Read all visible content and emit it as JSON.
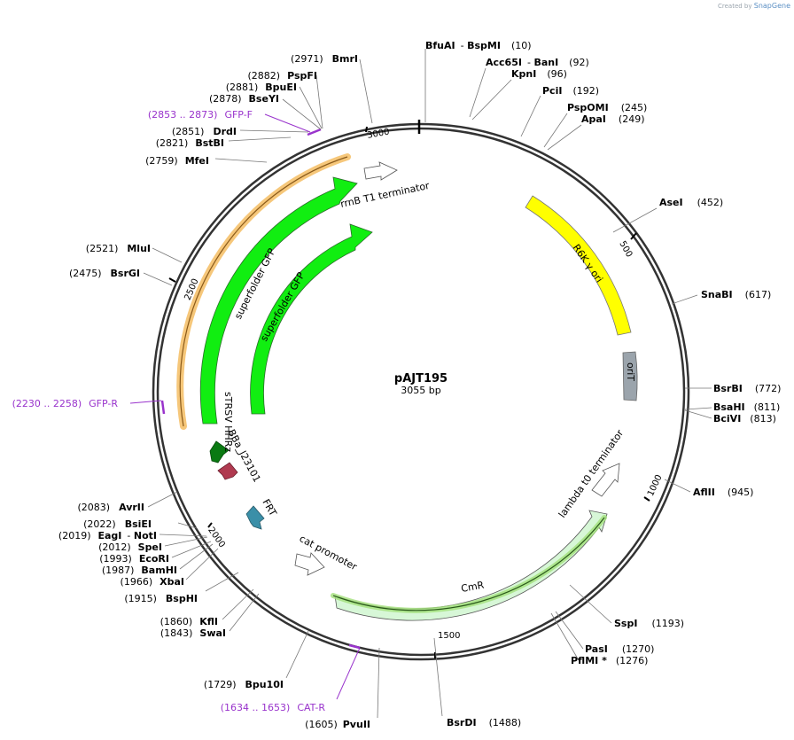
{
  "credit": {
    "created_by": "Created by",
    "brand": "SnapGene"
  },
  "plasmid": {
    "name": "pAJT195",
    "size": "3055 bp"
  },
  "ticks": [
    "500",
    "1000",
    "1500",
    "2000",
    "2500",
    "3000"
  ],
  "enzymes": [
    {
      "name": "BfuAI",
      "name2": "BspMI",
      "pos": "(10)"
    },
    {
      "name": "Acc65I",
      "name2": "BanI",
      "pos": "(92)"
    },
    {
      "name": "KpnI",
      "pos": "(96)"
    },
    {
      "name": "PciI",
      "pos": "(192)"
    },
    {
      "name": "PspOMI",
      "pos": "(245)"
    },
    {
      "name": "ApaI",
      "pos": "(249)"
    },
    {
      "name": "AseI",
      "pos": "(452)"
    },
    {
      "name": "SnaBI",
      "pos": "(617)"
    },
    {
      "name": "BsrBI",
      "pos": "(772)"
    },
    {
      "name": "BsaHI",
      "pos": "(811)"
    },
    {
      "name": "BciVI",
      "pos": "(813)"
    },
    {
      "name": "AflII",
      "pos": "(945)"
    },
    {
      "name": "SspI",
      "pos": "(1193)"
    },
    {
      "name": "PasI",
      "pos": "(1270)"
    },
    {
      "name": "PflMI *",
      "pos": "(1276)"
    },
    {
      "name": "BsrDI",
      "pos": "(1488)"
    },
    {
      "name": "PvuII",
      "pos": "(1605)"
    },
    {
      "name": "Bpu10I",
      "pos": "(1729)"
    },
    {
      "name": "SwaI",
      "pos": "(1843)"
    },
    {
      "name": "KflI",
      "pos": "(1860)"
    },
    {
      "name": "BspHI",
      "pos": "(1915)"
    },
    {
      "name": "XbaI",
      "pos": "(1966)"
    },
    {
      "name": "BamHI",
      "pos": "(1987)"
    },
    {
      "name": "EcoRI",
      "pos": "(1993)"
    },
    {
      "name": "SpeI",
      "pos": "(2012)"
    },
    {
      "name": "EagI",
      "name2": "NotI",
      "pos": "(2019)"
    },
    {
      "name": "BsiEI",
      "pos": "(2022)"
    },
    {
      "name": "AvrII",
      "pos": "(2083)"
    },
    {
      "name": "BsrGI",
      "pos": "(2475)"
    },
    {
      "name": "MluI",
      "pos": "(2521)"
    },
    {
      "name": "MfeI",
      "pos": "(2759)"
    },
    {
      "name": "BstBI",
      "pos": "(2821)"
    },
    {
      "name": "DrdI",
      "pos": "(2851)"
    },
    {
      "name": "BseYI",
      "pos": "(2878)"
    },
    {
      "name": "BpuEI",
      "pos": "(2881)"
    },
    {
      "name": "PspFI",
      "pos": "(2882)"
    },
    {
      "name": "BmrI",
      "pos": "(2971)"
    }
  ],
  "primers": [
    {
      "range": "(2853 .. 2873)",
      "name": "GFP-F"
    },
    {
      "range": "(2230 .. 2258)",
      "name": "GFP-R"
    },
    {
      "range": "(1634 .. 1653)",
      "name": "CAT-R"
    }
  ],
  "features": [
    {
      "name": "rrnB T1 terminator"
    },
    {
      "name": "superfolder GFP"
    },
    {
      "name": "superfolder GFP"
    },
    {
      "name": "R6K γ ori"
    },
    {
      "name": "oriT"
    },
    {
      "name": "sTRSV HHRz"
    },
    {
      "name": "BBa_J23101"
    },
    {
      "name": "FRT"
    },
    {
      "name": "cat promoter"
    },
    {
      "name": "CmR"
    },
    {
      "name": "lambda t0 terminator"
    }
  ],
  "colors": {
    "backbone": "#333333",
    "gfp": "#11ee11",
    "r6k": "#ffff00",
    "orit": "#9ba4ac",
    "cmr": "#ccf5cc",
    "sTRSV": "#0a7a12",
    "promoter_small": "#b03a50",
    "frt": "#3a8fa8",
    "primer": "#9933cc",
    "highlight_orange": "#f5c16c"
  }
}
